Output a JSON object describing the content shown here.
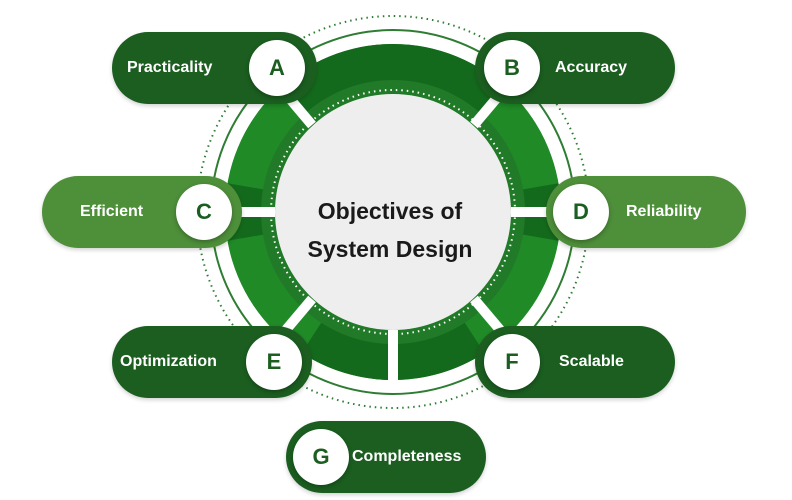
{
  "title": {
    "line1": "Objectives of",
    "line2": "System Design"
  },
  "colors": {
    "dark_green": "#1b5e20",
    "medium_green": "#2e7d32",
    "bright_green": "#1f8a26",
    "light_green": "#4e8f3a"
  },
  "items": [
    {
      "letter": "A",
      "label": "Practicality"
    },
    {
      "letter": "B",
      "label": "Accuracy"
    },
    {
      "letter": "C",
      "label": "Efficient"
    },
    {
      "letter": "D",
      "label": "Reliability"
    },
    {
      "letter": "E",
      "label": "Optimization"
    },
    {
      "letter": "F",
      "label": "Scalable"
    },
    {
      "letter": "G",
      "label": "Completeness"
    }
  ]
}
